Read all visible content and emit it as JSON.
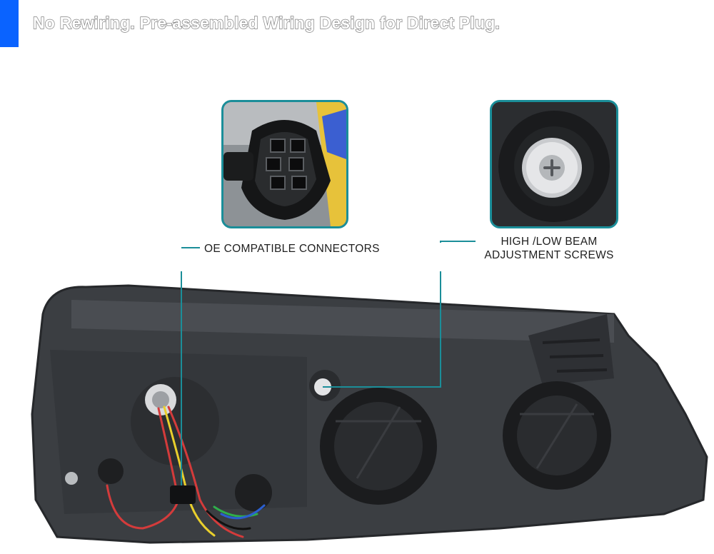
{
  "banner": {
    "headline": "No Rewiring. Pre-assembled Wiring Design for Direct Plug.",
    "accent_color": "#0a63ff"
  },
  "callouts": {
    "connectors_label": "OE COMPATIBLE CONNECTORS",
    "screws_label_line1": "HIGH /LOW BEAM",
    "screws_label_line2": "ADJUSTMENT SCREWS",
    "line_color": "#1b8e99"
  },
  "product": {
    "subject": "headlamp-rear-housing",
    "housing_color": "#3b3e42",
    "wire_colors": [
      "#d43b3b",
      "#e9cf2c",
      "#2fae4b",
      "#2b5fd0",
      "#111111"
    ]
  }
}
